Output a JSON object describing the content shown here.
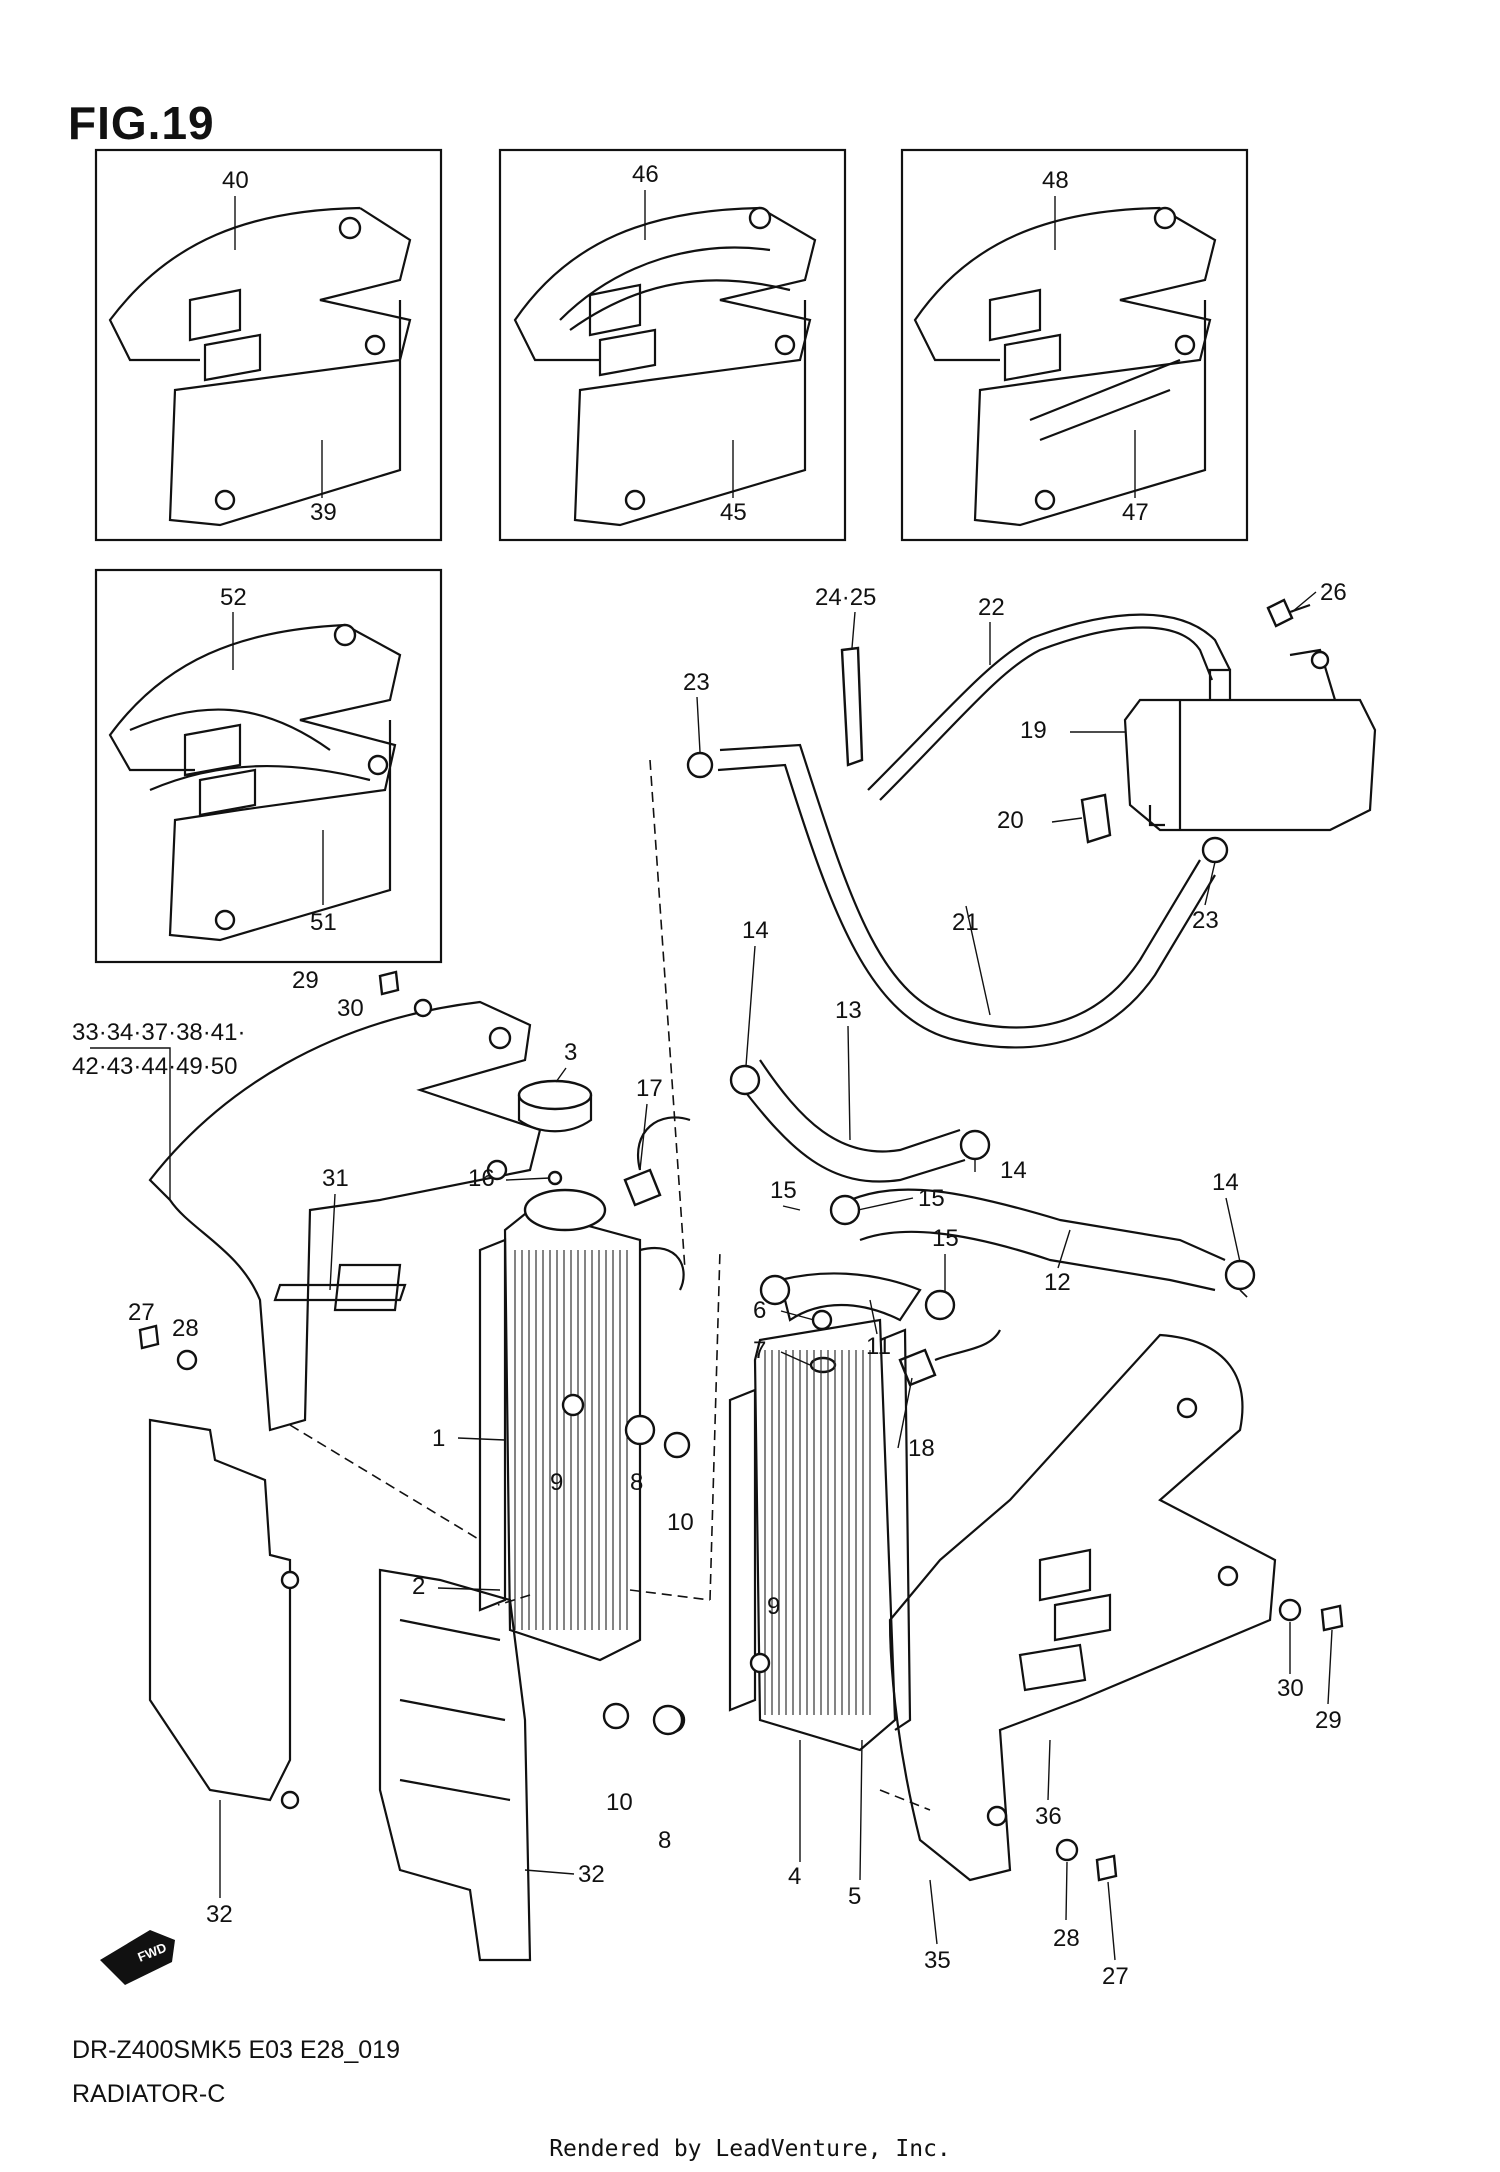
{
  "figure": {
    "title": "FIG.19",
    "model_code": "DR-Z400SMK5 E03 E28_019",
    "section": "RADIATOR-C",
    "credit": "Rendered by LeadVenture, Inc."
  },
  "logo": {
    "text": "FWD"
  },
  "callouts": [
    {
      "id": "c40",
      "text": "40"
    },
    {
      "id": "c39",
      "text": "39"
    },
    {
      "id": "c46",
      "text": "46"
    },
    {
      "id": "c45",
      "text": "45"
    },
    {
      "id": "c48",
      "text": "48"
    },
    {
      "id": "c47",
      "text": "47"
    },
    {
      "id": "c52",
      "text": "52"
    },
    {
      "id": "c51",
      "text": "51"
    },
    {
      "id": "c2425",
      "text": "24·25"
    },
    {
      "id": "c22",
      "text": "22"
    },
    {
      "id": "c26",
      "text": "26"
    },
    {
      "id": "c23a",
      "text": "23"
    },
    {
      "id": "c19",
      "text": "19"
    },
    {
      "id": "c20",
      "text": "20"
    },
    {
      "id": "c23b",
      "text": "23"
    },
    {
      "id": "c21",
      "text": "21"
    },
    {
      "id": "c29a",
      "text": "29"
    },
    {
      "id": "c30a",
      "text": "30"
    },
    {
      "id": "c33a",
      "text": "33·34·37·38·41·"
    },
    {
      "id": "c33b",
      "text": "42·43·44·49·50"
    },
    {
      "id": "c3",
      "text": "3"
    },
    {
      "id": "c17",
      "text": "17"
    },
    {
      "id": "c16",
      "text": "16"
    },
    {
      "id": "c14a",
      "text": "14"
    },
    {
      "id": "c13",
      "text": "13"
    },
    {
      "id": "c14b",
      "text": "14"
    },
    {
      "id": "c31",
      "text": "31"
    },
    {
      "id": "c15a",
      "text": "15"
    },
    {
      "id": "c15b",
      "text": "15"
    },
    {
      "id": "c14c",
      "text": "14"
    },
    {
      "id": "c15c",
      "text": "15"
    },
    {
      "id": "c12",
      "text": "12"
    },
    {
      "id": "c6",
      "text": "6"
    },
    {
      "id": "c11",
      "text": "11"
    },
    {
      "id": "c7",
      "text": "7"
    },
    {
      "id": "c27a",
      "text": "27"
    },
    {
      "id": "c28a",
      "text": "28"
    },
    {
      "id": "c1",
      "text": "1"
    },
    {
      "id": "c9a",
      "text": "9"
    },
    {
      "id": "c8a",
      "text": "8"
    },
    {
      "id": "c10a",
      "text": "10"
    },
    {
      "id": "c18",
      "text": "18"
    },
    {
      "id": "c2",
      "text": "2"
    },
    {
      "id": "c9b",
      "text": "9"
    },
    {
      "id": "c10b",
      "text": "10"
    },
    {
      "id": "c8b",
      "text": "8"
    },
    {
      "id": "c32a",
      "text": "32"
    },
    {
      "id": "c32b",
      "text": "32"
    },
    {
      "id": "c4",
      "text": "4"
    },
    {
      "id": "c5",
      "text": "5"
    },
    {
      "id": "c36",
      "text": "36"
    },
    {
      "id": "c30b",
      "text": "30"
    },
    {
      "id": "c29b",
      "text": "29"
    },
    {
      "id": "c35",
      "text": "35"
    },
    {
      "id": "c28b",
      "text": "28"
    },
    {
      "id": "c27b",
      "text": "27"
    }
  ]
}
